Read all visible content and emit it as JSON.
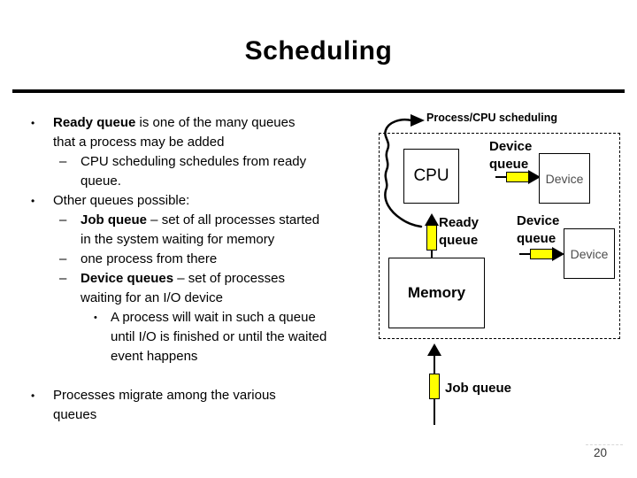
{
  "slide": {
    "title": "Scheduling",
    "page_number": "20"
  },
  "bullets": {
    "lines": [
      {
        "indent": 1,
        "marker": "•",
        "segments": [
          {
            "t": "Ready queue",
            "b": true
          },
          {
            "t": " is one of the many queues",
            "b": false
          }
        ]
      },
      {
        "indent": 1,
        "marker": null,
        "segments": [
          {
            "t": "that a process may be added",
            "b": false
          }
        ]
      },
      {
        "indent": 2,
        "marker": "–",
        "segments": [
          {
            "t": "CPU scheduling schedules from ready",
            "b": false
          }
        ]
      },
      {
        "indent": 2,
        "marker": null,
        "segments": [
          {
            "t": "queue.",
            "b": false
          }
        ]
      },
      {
        "indent": 1,
        "marker": "•",
        "segments": [
          {
            "t": "Other queues possible:",
            "b": false
          }
        ]
      },
      {
        "indent": 2,
        "marker": "–",
        "segments": [
          {
            "t": "Job queue",
            "b": true
          },
          {
            "t": " – set of all processes started",
            "b": false
          }
        ]
      },
      {
        "indent": 2,
        "marker": null,
        "segments": [
          {
            "t": "in the system waiting for memory",
            "b": false
          }
        ]
      },
      {
        "indent": 2,
        "marker": "–",
        "segments": [
          {
            "t": "one process from there",
            "b": false
          }
        ]
      },
      {
        "indent": 2,
        "marker": "–",
        "segments": [
          {
            "t": "Device queues",
            "b": true
          },
          {
            "t": " – set of processes",
            "b": false
          }
        ]
      },
      {
        "indent": 2,
        "marker": null,
        "segments": [
          {
            "t": "waiting for an I/O device",
            "b": false
          }
        ]
      },
      {
        "indent": 3,
        "marker": "•",
        "segments": [
          {
            "t": "A process will wait in such a queue",
            "b": false
          }
        ]
      },
      {
        "indent": 3,
        "marker": null,
        "segments": [
          {
            "t": "until I/O is finished or until the waited",
            "b": false
          }
        ]
      },
      {
        "indent": 3,
        "marker": null,
        "segments": [
          {
            "t": "event happens",
            "b": false
          }
        ]
      },
      {
        "spacer": true
      },
      {
        "indent": 1,
        "marker": "•",
        "segments": [
          {
            "t": "Processes migrate among the various",
            "b": false
          }
        ]
      },
      {
        "indent": 1,
        "marker": null,
        "segments": [
          {
            "t": "queues",
            "b": false
          }
        ]
      }
    ]
  },
  "diagram": {
    "flow_label": "Process/CPU scheduling",
    "cpu_label": "CPU",
    "memory_label": "Memory",
    "device_top_label": "Device",
    "device_bottom_label": "Device",
    "device_queue_top": [
      "Device",
      "queue"
    ],
    "device_queue_bottom": [
      "Device",
      "queue"
    ],
    "ready_queue": [
      "Ready",
      "queue"
    ],
    "job_queue_label": "Job queue",
    "colors": {
      "queue_fill": "#ffff00",
      "device_text": "#4d4d4d",
      "line": "#000000"
    }
  }
}
